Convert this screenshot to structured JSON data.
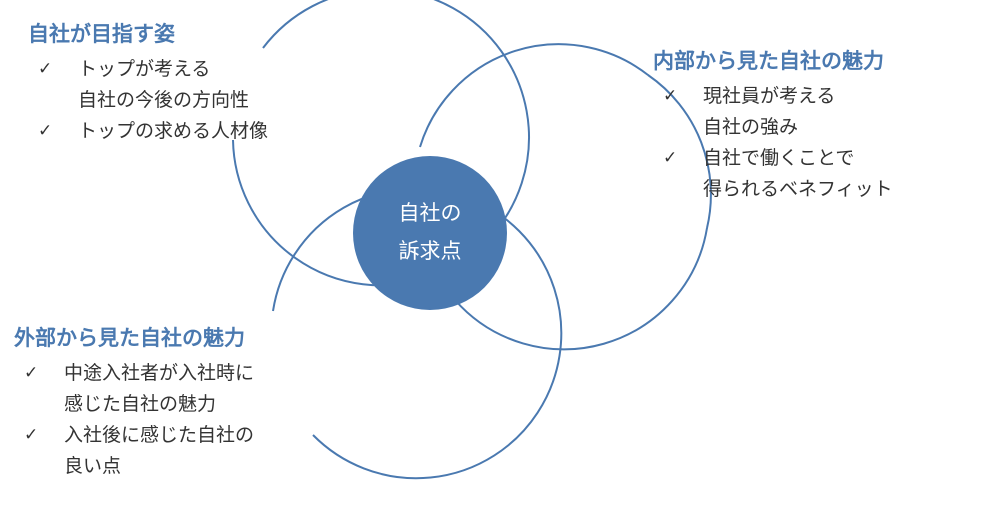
{
  "center": {
    "lines": [
      "自社の",
      "訴求点"
    ]
  },
  "blocks": {
    "top_left": {
      "title": "自社が目指す姿",
      "items": [
        {
          "lines": [
            "トップが考える",
            "自社の今後の方向性"
          ]
        },
        {
          "lines": [
            "トップの求める人材像"
          ]
        }
      ]
    },
    "top_right": {
      "title": "内部から見た自社の魅力",
      "items": [
        {
          "lines": [
            "現社員が考える",
            "自社の強み"
          ]
        },
        {
          "lines": [
            "自社で働くことで",
            "得られるベネフィット"
          ]
        }
      ]
    },
    "bottom_left": {
      "title": "外部から見た自社の魅力",
      "items": [
        {
          "lines": [
            "中途入社者が入社時に",
            "感じた自社の魅力"
          ]
        },
        {
          "lines": [
            "入社後に感じた自社の",
            "良い点"
          ]
        }
      ]
    }
  },
  "check_glyph": "✓",
  "colors": {
    "accent": "#4a79b0",
    "text": "#333333",
    "background": "#ffffff"
  }
}
